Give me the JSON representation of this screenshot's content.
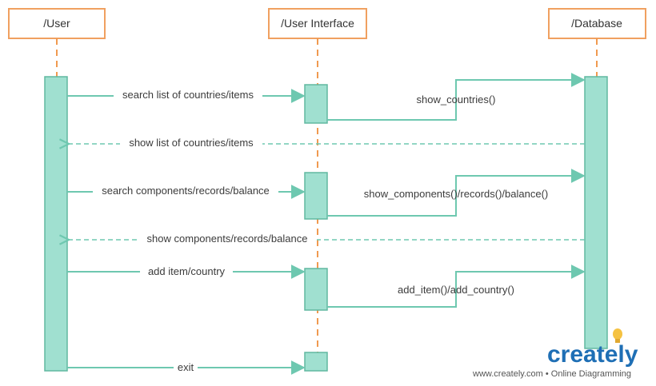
{
  "participants": [
    {
      "label": "/User"
    },
    {
      "label": "/User Interface"
    },
    {
      "label": "/Database"
    }
  ],
  "messages": [
    {
      "label": "search list of countries/items",
      "type": "sync"
    },
    {
      "label": "show_countries()",
      "type": "sync"
    },
    {
      "label": "show list of countries/items",
      "type": "return"
    },
    {
      "label": "search components/records/balance",
      "type": "sync"
    },
    {
      "label": "show_components()/records()/balance()",
      "type": "sync"
    },
    {
      "label": "show components/records/balance",
      "type": "return"
    },
    {
      "label": "add item/country",
      "type": "sync"
    },
    {
      "label": "add_item()/add_country()",
      "type": "sync"
    },
    {
      "label": "exit",
      "type": "sync"
    }
  ],
  "brand": {
    "name": "creately",
    "tagline": "www.creately.com • Online Diagramming"
  },
  "colors": {
    "header_border": "#f0a060",
    "lifeline": "#f09a50",
    "activation_fill": "#a0e0d0",
    "activation_border": "#60b8a0",
    "arrow": "#6ec8b0",
    "brand_blue": "#1f6fb5",
    "bulb": "#f5c242"
  }
}
